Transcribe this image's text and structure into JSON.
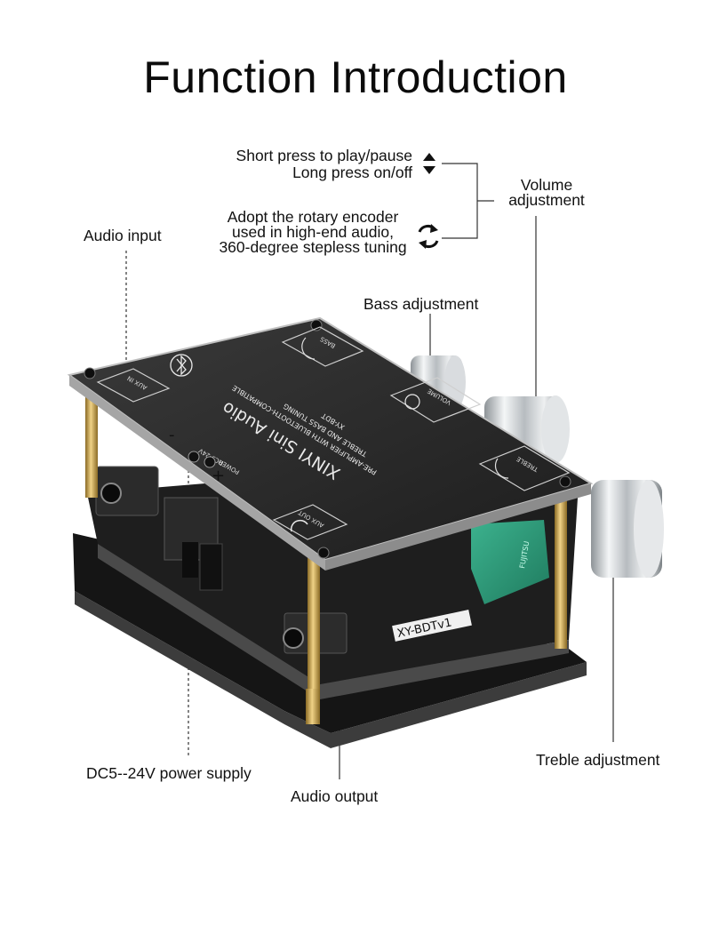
{
  "page": {
    "title": "Function Introduction"
  },
  "labels": {
    "play_pause": "Short press to play/pause",
    "long_press": "Long press on/off",
    "rotary_1": "Adopt the rotary encoder",
    "rotary_2": "used in high-end audio,",
    "rotary_3": "360-degree stepless tuning",
    "volume_1": "Volume",
    "volume_2": "adjustment",
    "audio_input": "Audio input",
    "bass": "Bass adjustment",
    "power": "DC5--24V power supply",
    "audio_output": "Audio output",
    "treble": "Treble adjustment"
  },
  "board": {
    "main_title": "XINYI Sini Audio",
    "sub_1": "PRE-AMPLIFIER WITH BLUETOOTH-COMPATIBLE",
    "sub_2": "TREBLE AND BASS TUNING",
    "model": "XY-BDT",
    "bass_tag": "BASS",
    "volume_tag": "VOLUME",
    "treble_tag": "TREBLE",
    "aux_out": "AUX OUT",
    "aux_in": "AUX IN",
    "power_tag": "POWER",
    "dc_tag": "DC5-24V",
    "pcb_label": "XY-BDTv1",
    "plus": "+",
    "minus": "-"
  },
  "colors": {
    "board_top": "#262626",
    "pcb": "#1c1c1c",
    "relay": "#2f9a7a",
    "brass": "#c9a24a",
    "knob": "#cfd3d6"
  },
  "icons": [
    "up-triangle-icon",
    "down-triangle-icon",
    "rotate-icon",
    "bluetooth-logo-icon",
    "volume-icon",
    "headphone-icon"
  ]
}
